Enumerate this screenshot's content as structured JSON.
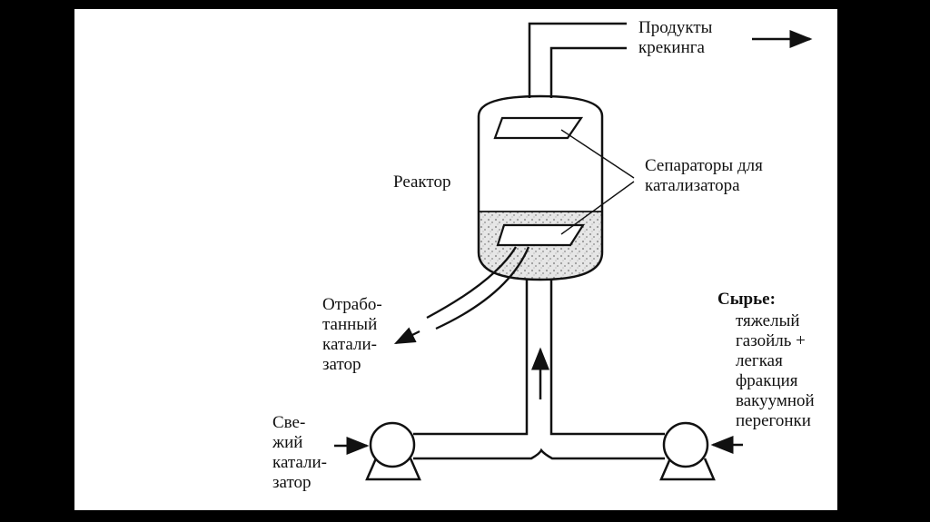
{
  "colors": {
    "background": "#000000",
    "page": "#ffffff",
    "ink": "#111111",
    "catalyst": "#cfcfcf"
  },
  "labels": {
    "products": "Продукты\nкрекинга",
    "reactor": "Реактор",
    "separators": "Сепараторы для\nкатализатора",
    "spent_catalyst": "Отрабо-\nтанный\nкатали-\nзатор",
    "feed_title": "Сырье:",
    "feed_body": "тяжелый\nгазойль +\nлегкая\nфракция\nвакуумной\nперегонки",
    "fresh_catalyst": "Све-\nжий\nкатали-\nзатор"
  }
}
